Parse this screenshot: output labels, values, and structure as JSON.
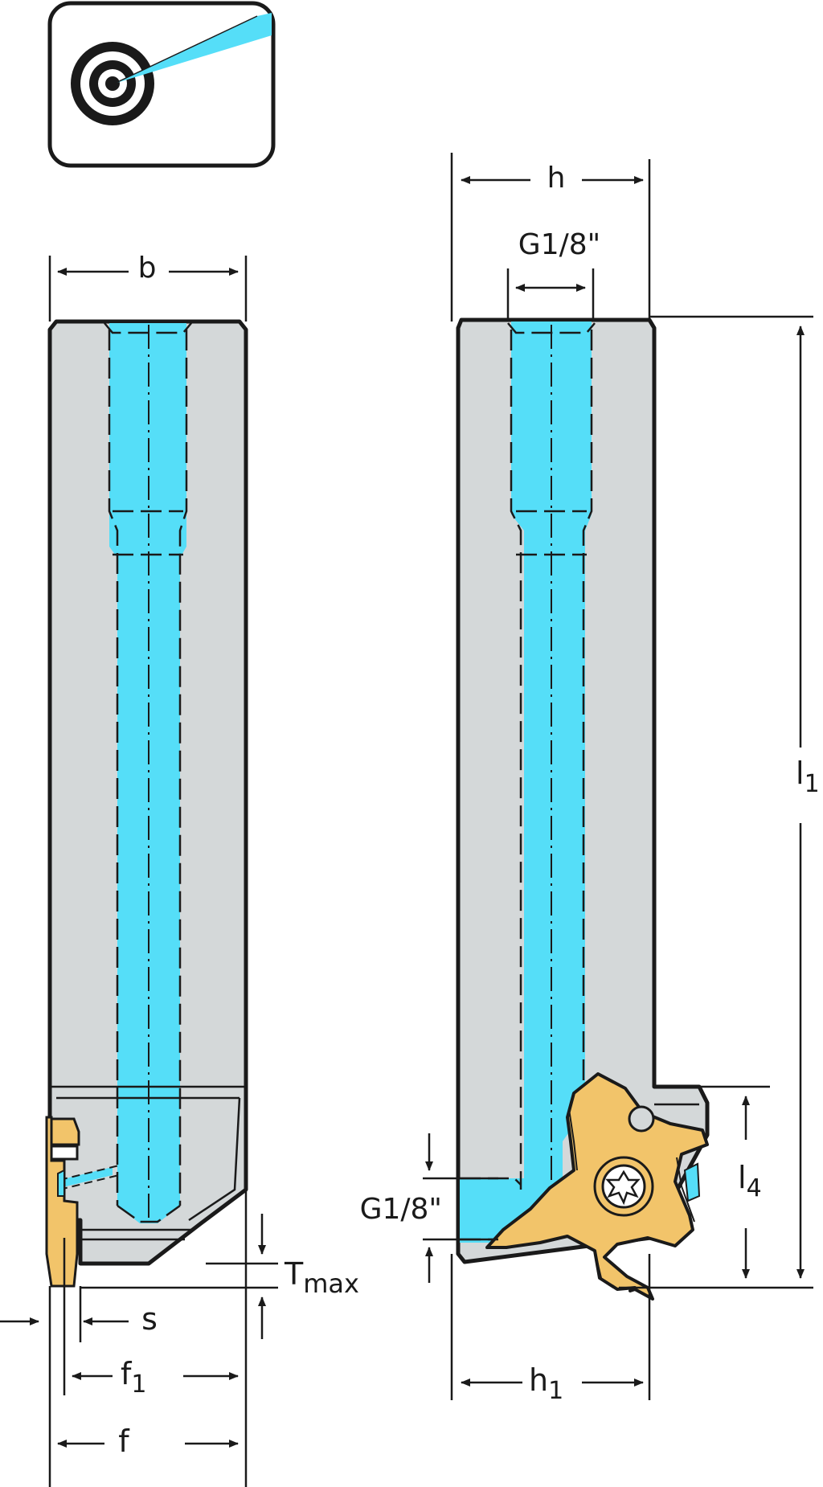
{
  "icon": {
    "name": "target-coolant-icon"
  },
  "colors": {
    "body": "#d4d8d9",
    "coolant": "#55def8",
    "insert": "#f2c46a",
    "outline": "#1a1a1a"
  },
  "labels": {
    "b": "b",
    "h": "h",
    "g_top": "G1/8\"",
    "g_side": "G1/8\"",
    "l1_main": "l",
    "l1_sub": "1",
    "l4_main": "l",
    "l4_sub": "4",
    "tmax_main": "T",
    "tmax_sub": "max",
    "s": "s",
    "f1_main": "f",
    "f1_sub": "1",
    "f": "f",
    "h1_main": "h",
    "h1_sub": "1"
  }
}
